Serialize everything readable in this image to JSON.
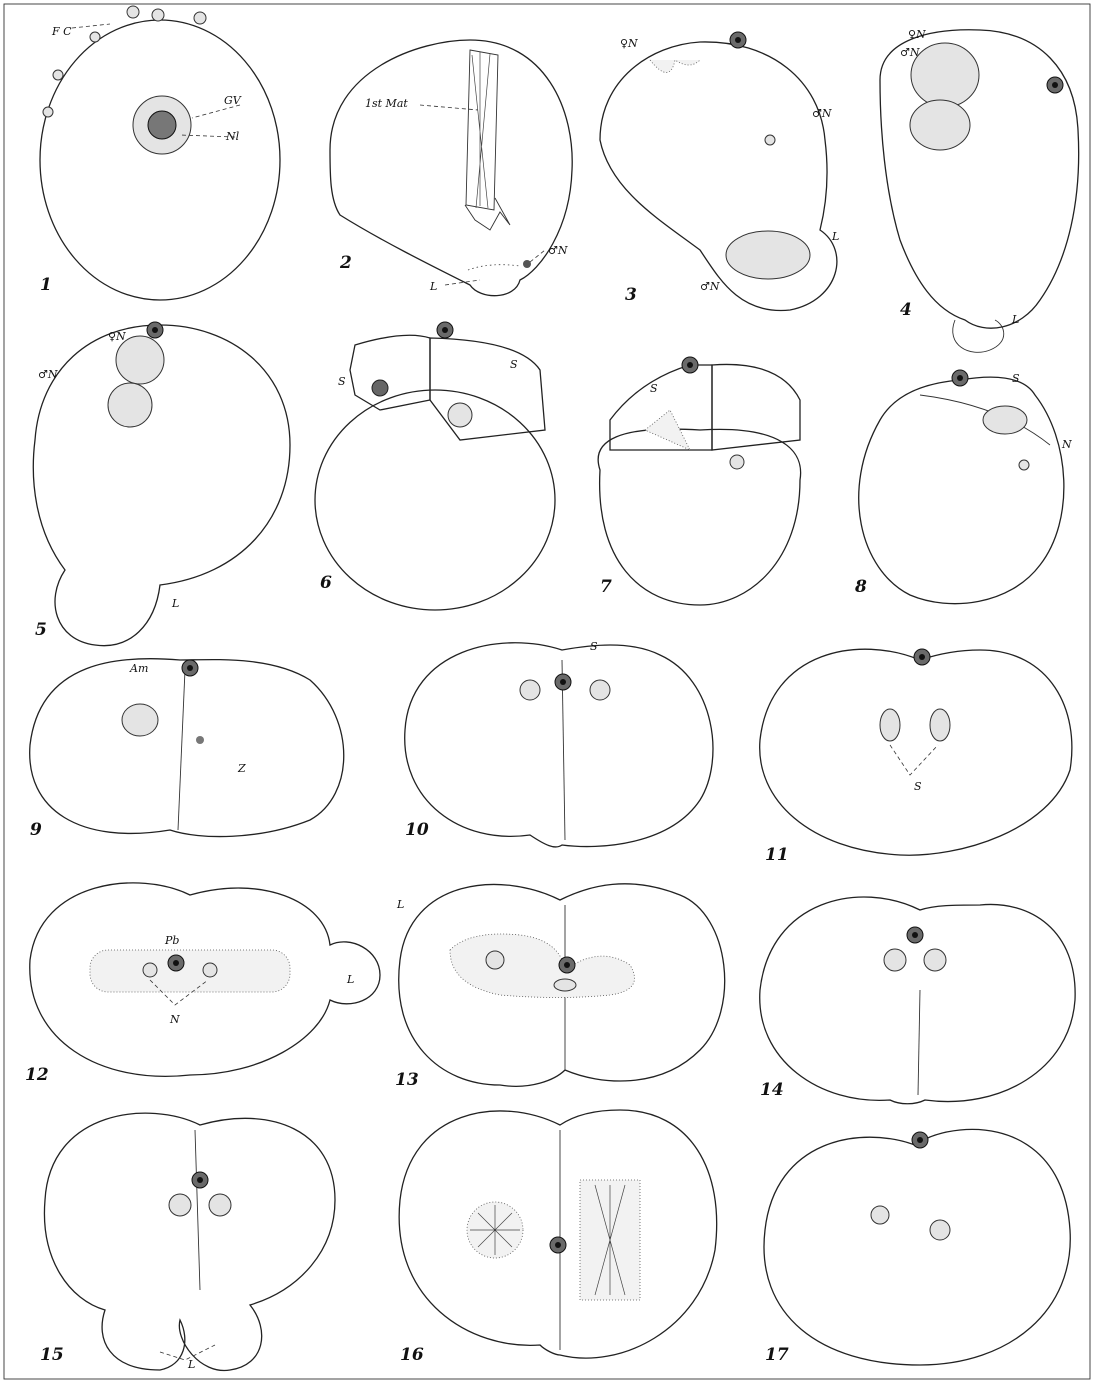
{
  "plate": {
    "figures": [
      {
        "number": "1",
        "labels": [
          "F C",
          "GV",
          "Nl"
        ]
      },
      {
        "number": "2",
        "labels": [
          "1st Mat",
          "♂N",
          "L"
        ]
      },
      {
        "number": "3",
        "labels": [
          "♀N",
          "♂N",
          "L",
          "♂N"
        ]
      },
      {
        "number": "4",
        "labels": [
          "♀N",
          "♂N",
          "L"
        ]
      },
      {
        "number": "5",
        "labels": [
          "♀N",
          "♂N",
          "L"
        ]
      },
      {
        "number": "6",
        "labels": [
          "S",
          "S"
        ]
      },
      {
        "number": "7",
        "labels": [
          "S"
        ]
      },
      {
        "number": "8",
        "labels": [
          "S",
          "N"
        ]
      },
      {
        "number": "9",
        "labels": [
          "Am",
          "Z"
        ]
      },
      {
        "number": "10",
        "labels": [
          "S"
        ]
      },
      {
        "number": "11",
        "labels": [
          "S"
        ]
      },
      {
        "number": "12",
        "labels": [
          "Pb",
          "N",
          "L"
        ]
      },
      {
        "number": "13",
        "labels": [
          "L"
        ]
      },
      {
        "number": "14",
        "labels": []
      },
      {
        "number": "15",
        "labels": [
          "L"
        ]
      },
      {
        "number": "16",
        "labels": []
      },
      {
        "number": "17",
        "labels": []
      }
    ]
  }
}
